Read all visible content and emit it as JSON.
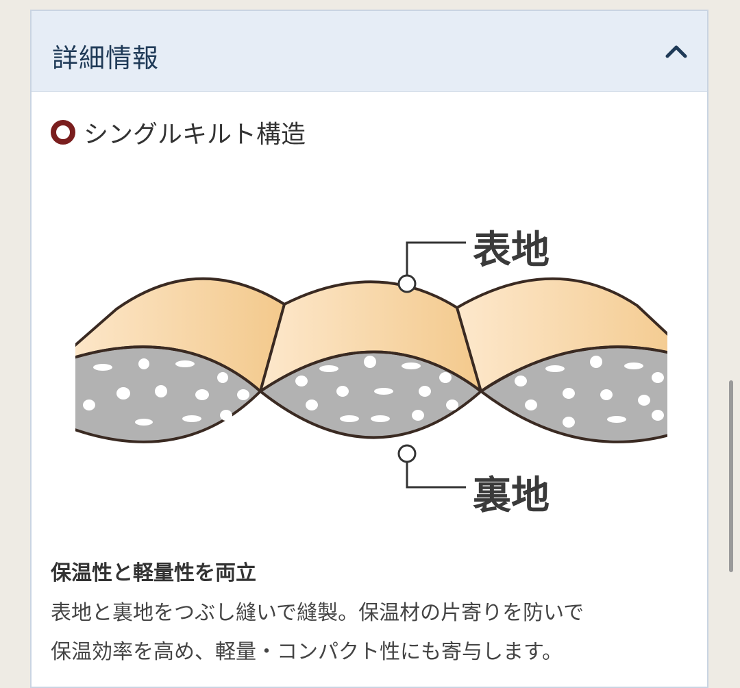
{
  "panel": {
    "title": "詳細情報",
    "toggle_icon": "chevron-up-icon"
  },
  "section": {
    "title": "シングルキルト構造",
    "bullet_icon": "ring-bullet-icon",
    "bullet_color": "#7a1e1e"
  },
  "diagram": {
    "top_label": "表地",
    "bottom_label": "裏地",
    "outer_fabric_color": "#f3c98c",
    "filling_color": "#b2b2b2"
  },
  "description": {
    "heading": "保温性と軽量性を両立",
    "line1": "表地と裏地をつぶし縫いで縫製。保温材の片寄りを防いで",
    "line2": "保温効率を高め、軽量・コンパクト性にも寄与します。"
  }
}
